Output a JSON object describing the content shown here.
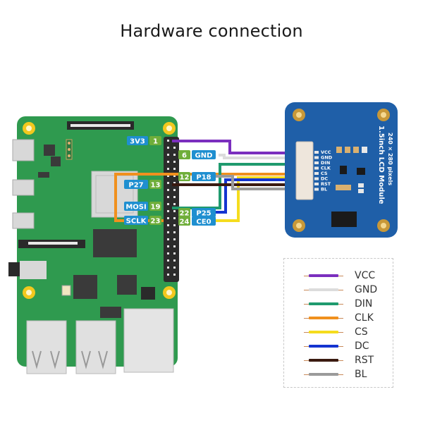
{
  "title": "Hardware connection",
  "raspberry_pi": {
    "pins": [
      {
        "label": "3V3",
        "num": "1",
        "side": "left"
      },
      {
        "label": "GND",
        "num": "6",
        "side": "right"
      },
      {
        "label": "P18",
        "num": "12",
        "side": "right"
      },
      {
        "label": "P27",
        "num": "13",
        "side": "left"
      },
      {
        "label": "MOSI",
        "num": "19",
        "side": "left"
      },
      {
        "label": "P25",
        "num": "22",
        "side": "right"
      },
      {
        "label": "SCLK",
        "num": "23",
        "side": "left"
      },
      {
        "label": "CE0",
        "num": "24",
        "side": "right"
      }
    ]
  },
  "lcd_module": {
    "title": "1.5inch LCD Module",
    "subtitle": "240 × 280 pixels",
    "pins": [
      "VCC",
      "GND",
      "DIN",
      "CLK",
      "CS",
      "DC",
      "RST",
      "BL"
    ]
  },
  "connections": [
    {
      "signal": "VCC",
      "pi_pin": "1",
      "color": "#7b2fbe"
    },
    {
      "signal": "GND",
      "pi_pin": "6",
      "color": "#dcdcdc"
    },
    {
      "signal": "DIN",
      "pi_pin": "19",
      "color": "#1f9a6e"
    },
    {
      "signal": "CLK",
      "pi_pin": "23",
      "color": "#f0901e"
    },
    {
      "signal": "CS",
      "pi_pin": "24",
      "color": "#f5dc1e"
    },
    {
      "signal": "DC",
      "pi_pin": "22",
      "color": "#1434d0"
    },
    {
      "signal": "RST",
      "pi_pin": "13",
      "color": "#3a1a10"
    },
    {
      "signal": "BL",
      "pi_pin": "12",
      "color": "#9a9a9a"
    }
  ],
  "legend": [
    {
      "label": "VCC",
      "color": "#7b2fbe"
    },
    {
      "label": "GND",
      "color": "#dcdcdc"
    },
    {
      "label": "DIN",
      "color": "#1f9a6e"
    },
    {
      "label": "CLK",
      "color": "#f0901e"
    },
    {
      "label": "CS",
      "color": "#f5dc1e"
    },
    {
      "label": "DC",
      "color": "#1434d0"
    },
    {
      "label": "RST",
      "color": "#3a1a10"
    },
    {
      "label": "BL",
      "color": "#9a9a9a"
    }
  ],
  "colors": {
    "pcb_green": "#2f9a4f",
    "lcd_blue": "#1f5fa8",
    "pin_label_bg": "#1f8fd0",
    "pin_num_bg": "#6fae3a",
    "mount_hole": "#f2c81e"
  }
}
